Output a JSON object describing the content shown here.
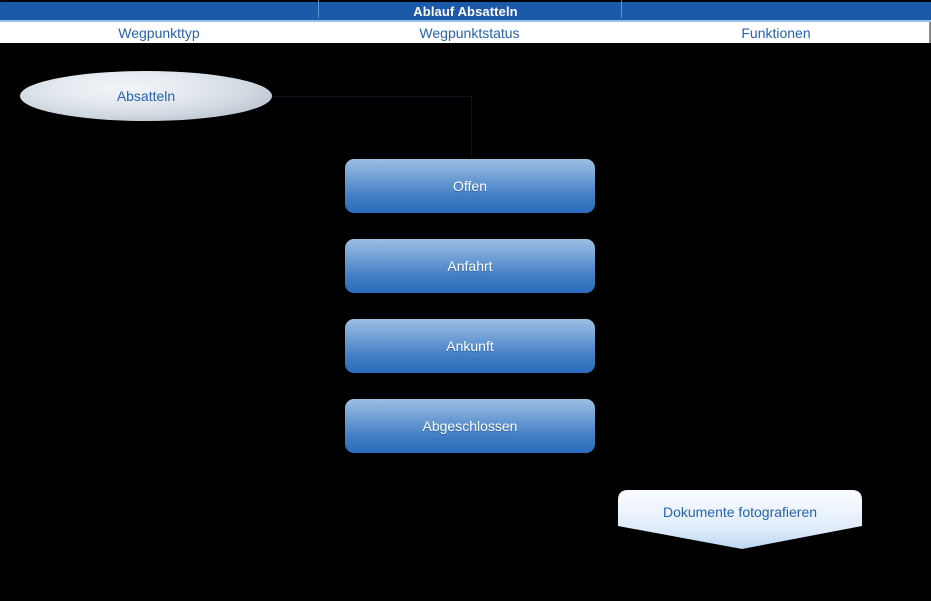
{
  "header": {
    "title": "Ablauf Absatteln",
    "title_bg": "#1B5AA8",
    "title_color": "#FFFFFF",
    "columns": [
      {
        "label": "Wegpunkttyp"
      },
      {
        "label": "Wegpunktstatus"
      },
      {
        "label": "Funktionen"
      }
    ],
    "column_text_color": "#2763AE"
  },
  "diagram": {
    "background": "#000000",
    "waypoint_type": {
      "label": "Absatteln",
      "shape": "ellipse",
      "text_color": "#2763AE"
    },
    "waypoint_status": {
      "shape": "rounded-rect",
      "text_color": "#FFFFFF",
      "accent": "#2C6CBB",
      "items": [
        {
          "label": "Offen"
        },
        {
          "label": "Anfahrt"
        },
        {
          "label": "Ankunft"
        },
        {
          "label": "Abgeschlossen"
        }
      ]
    },
    "functions": {
      "shape": "down-arrow-banner",
      "text_color": "#2763AE",
      "items": [
        {
          "label": "Dokumente fotografieren"
        }
      ]
    }
  }
}
